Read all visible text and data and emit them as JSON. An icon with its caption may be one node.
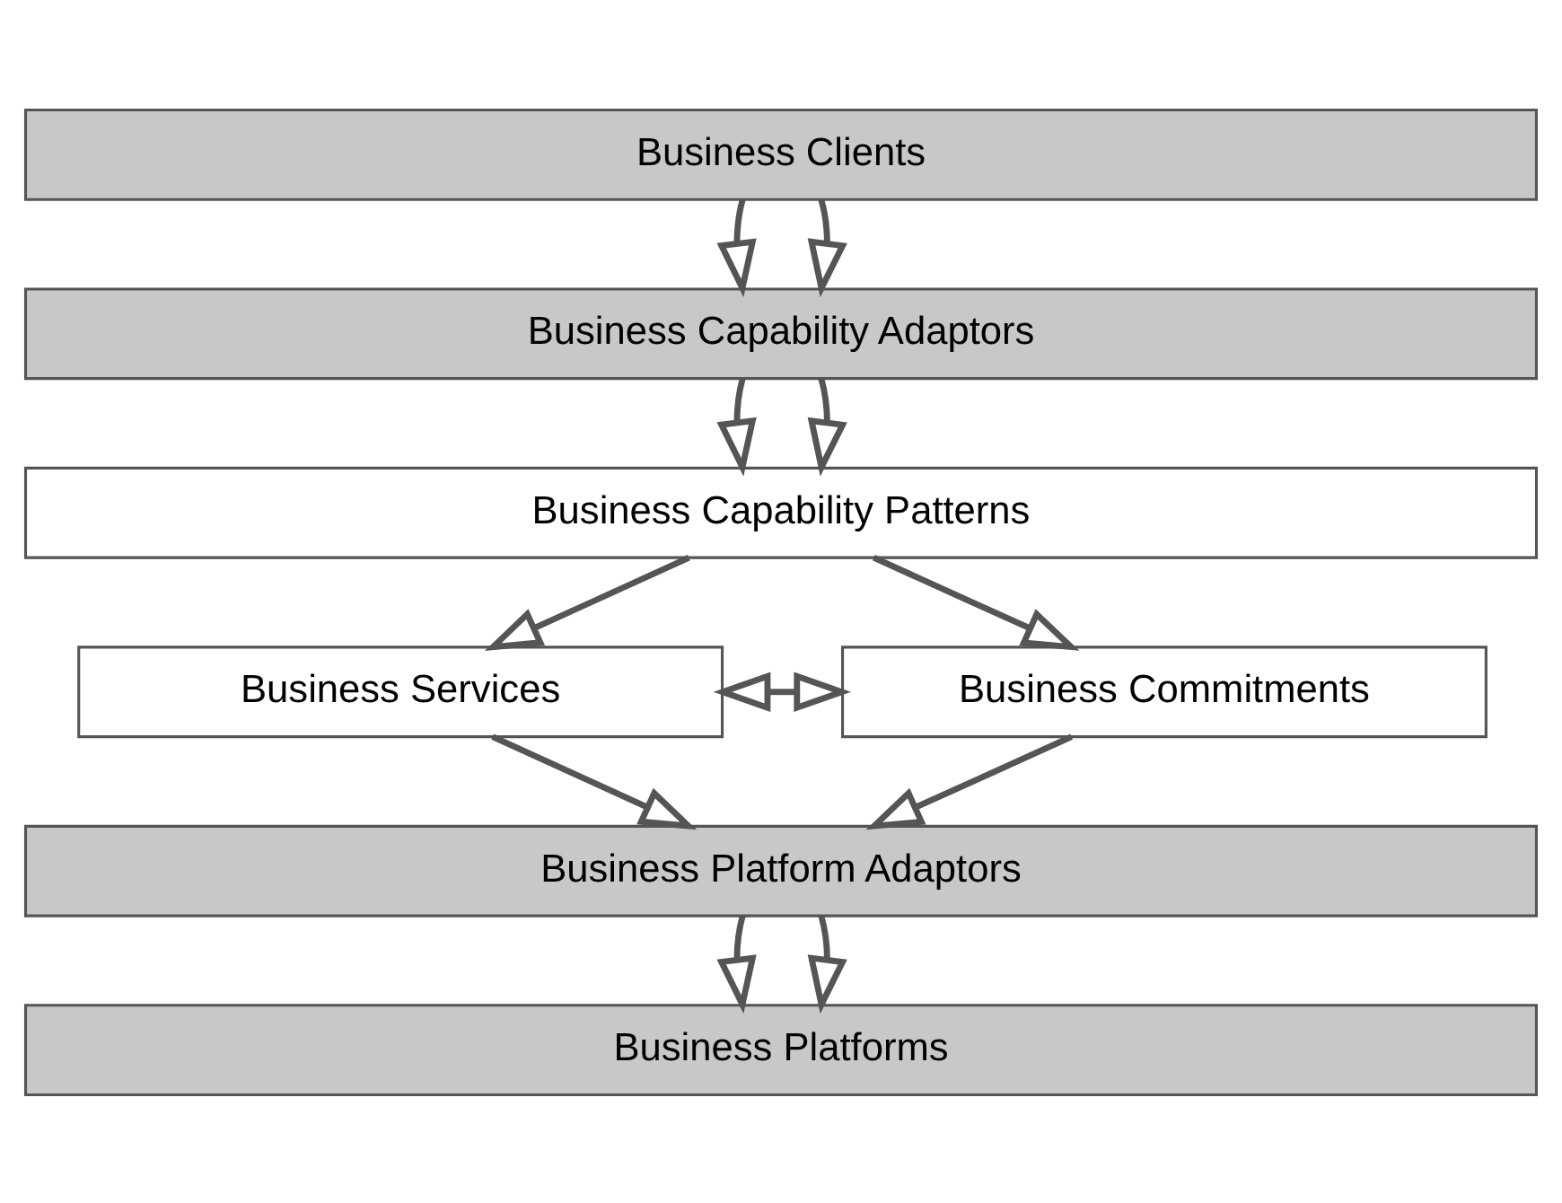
{
  "diagram": {
    "nodes": [
      {
        "text": [
          "Business Clients"
        ]
      },
      {
        "text": [
          "Business Capability Adaptors"
        ]
      },
      {
        "text": [
          "Business Capability Patterns"
        ]
      },
      {
        "text": [
          "Business Services"
        ]
      },
      {
        "text": [
          "Business Commitments"
        ]
      },
      {
        "text": [
          "Business Platform Adaptors"
        ]
      },
      {
        "text": [
          "Business Platforms"
        ]
      }
    ],
    "edges": [
      {
        "from": 0,
        "to": 1,
        "arrow": "to"
      },
      {
        "from": 0,
        "to": 1,
        "arrow": "to"
      },
      {
        "from": 1,
        "to": 2,
        "arrow": "to"
      },
      {
        "from": 1,
        "to": 2,
        "arrow": "to"
      },
      {
        "from": 2,
        "to": 3,
        "arrow": "to"
      },
      {
        "from": 2,
        "to": 4,
        "arrow": "to"
      },
      {
        "from": 3,
        "to": 4,
        "arrow": "both"
      },
      {
        "from": 3,
        "to": 5,
        "arrow": "to"
      },
      {
        "from": 4,
        "to": 5,
        "arrow": "to"
      },
      {
        "from": 5,
        "to": 6,
        "arrow": "to"
      },
      {
        "from": 5,
        "to": 6,
        "arrow": "to"
      }
    ]
  }
}
